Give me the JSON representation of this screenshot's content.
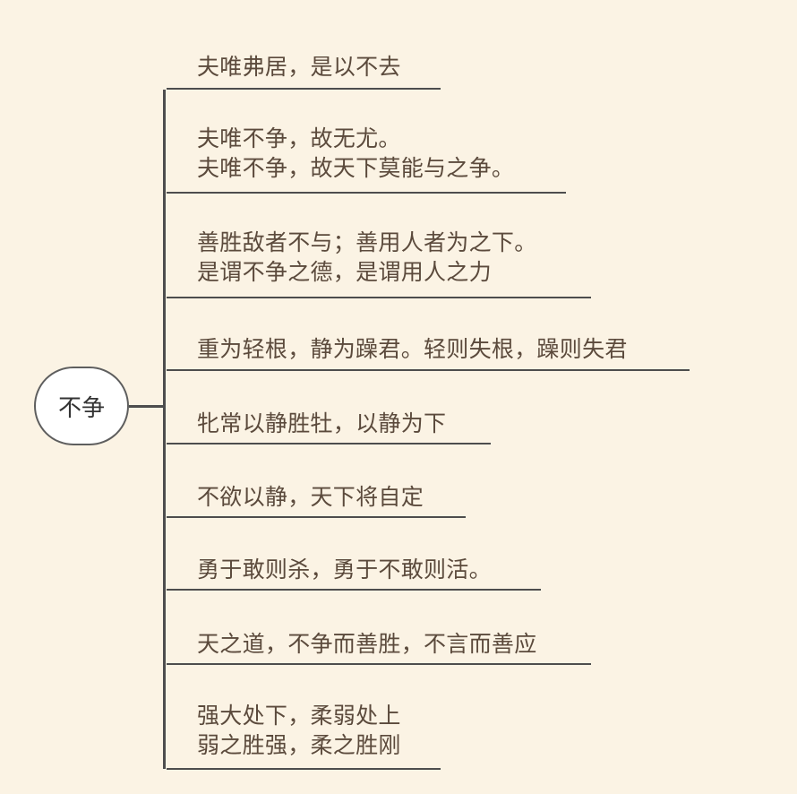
{
  "root": {
    "label": "不争"
  },
  "branches": [
    {
      "text": "夫唯弗居，是以不去"
    },
    {
      "text": "夫唯不争，故无尤。\n夫唯不争，故天下莫能与之争。"
    },
    {
      "text": "善胜敌者不与；善用人者为之下。\n是谓不争之德，是谓用人之力"
    },
    {
      "text": "重为轻根，静为躁君。轻则失根，躁则失君"
    },
    {
      "text": "牝常以静胜牡，以静为下"
    },
    {
      "text": "不欲以静，天下将自定"
    },
    {
      "text": "勇于敢则杀，勇于不敢则活。"
    },
    {
      "text": "天之道，不争而善胜，不言而善应"
    },
    {
      "text": "强大处下，柔弱处上\n弱之胜强，柔之胜刚"
    }
  ]
}
